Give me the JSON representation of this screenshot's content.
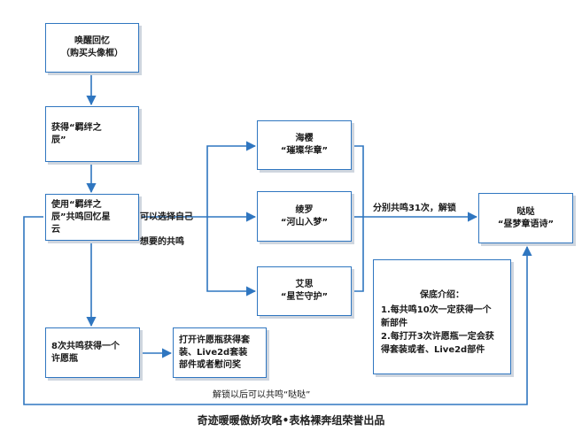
{
  "diagram": {
    "nodes": {
      "wake": "唤醒回忆\n（购买头像框）",
      "obtain": "获得“羁绊之\n辰”",
      "use": "使用“羁绊之\n辰”共鸣回忆星\n云",
      "haiying": "海樱\n“璀璨华章”",
      "lingluo": "绫罗\n“河山入梦”",
      "aisi": "艾思\n“星芒守护”",
      "eight": "8次共鸣获得一个\n许愿瓶",
      "open": "打开许愿瓶获得套\n装、Live2d套装\n部件或者慰问奖",
      "dada": "哒哒\n“昼梦章语诗”"
    },
    "edge_labels": {
      "choose": "可以选择自己\n想要的共鸣",
      "unlock": "分别共鸣31次，解锁",
      "after": "解锁以后可以共鸣“哒哒”"
    },
    "note": {
      "title": "保底介绍：",
      "body": "1.每共鸣10次一定获得一个\n新部件\n2.每打开3次许愿瓶一定会获\n得套装或者、Live2d部件"
    },
    "footer": "奇迹暖暖傲娇攻略•表格裸奔组荣誉出品"
  },
  "colors": {
    "border": "#2f76c0",
    "arrow": "#2f76c0",
    "shadow": "#cfd6df"
  }
}
